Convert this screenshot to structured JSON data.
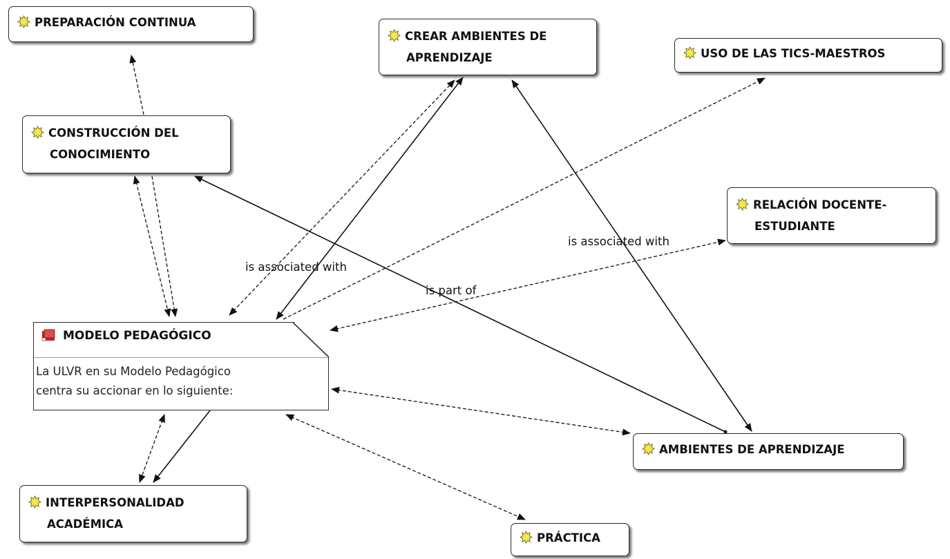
{
  "nodes": {
    "preparacion": "PREPARACIÓN CONTINUA",
    "crear_l1": "CREAR AMBIENTES DE",
    "crear_l2": "APRENDIZAJE",
    "tics": "USO DE LAS TICS-MAESTROS",
    "construccion_l1": "CONSTRUCCIÓN DEL",
    "construccion_l2": "CONOCIMIENTO",
    "relacion_l1": "RELACIÓN DOCENTE-",
    "relacion_l2": "ESTUDIANTE",
    "ambientes": "AMBIENTES DE APRENDIZAJE",
    "interpersonalidad_l1": "INTERPERSONALIDAD",
    "interpersonalidad_l2": "ACADÉMICA",
    "practica": "PRÁCTICA"
  },
  "document": {
    "title": "MODELO PEDAGÓGICO",
    "line1": "La ULVR en su Modelo Pedagógico",
    "line2": "centra su accionar en lo siguiente:"
  },
  "edge_labels": {
    "assoc1": "is associated with",
    "assoc2": "is associated with",
    "part": "is part of"
  },
  "icons": {
    "code": "code-node-icon",
    "document": "document-book-icon"
  },
  "colors": {
    "code_icon": "#f2e84b",
    "document_icon": "#c0262b"
  }
}
